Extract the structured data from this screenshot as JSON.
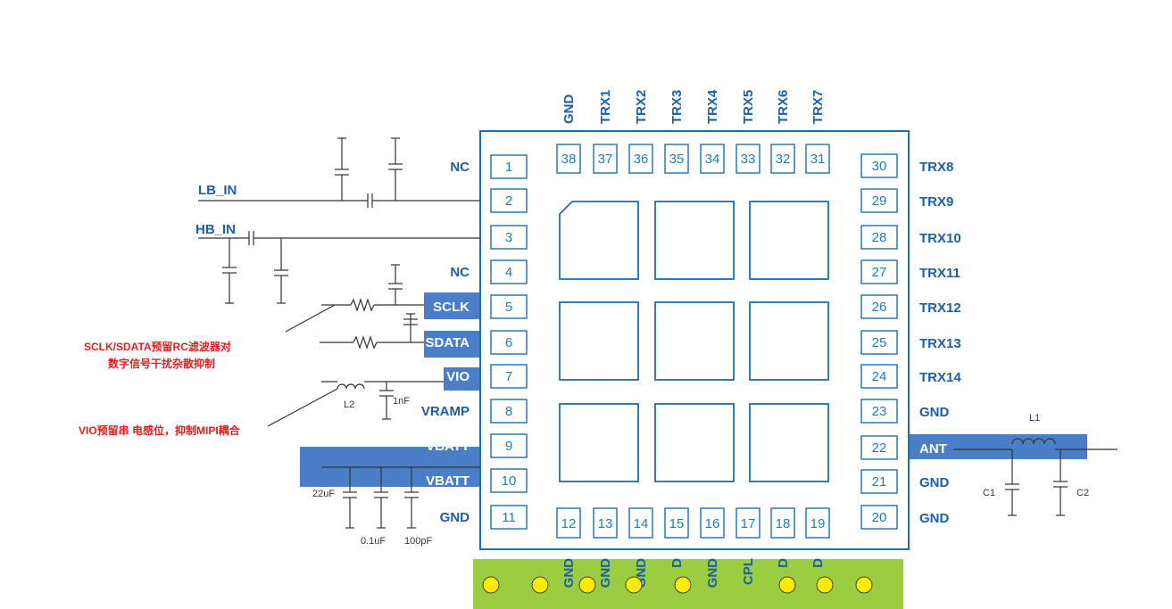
{
  "left_pins": [
    {
      "num": "1",
      "label": "NC"
    },
    {
      "num": "2",
      "label": ""
    },
    {
      "num": "3",
      "label": ""
    },
    {
      "num": "4",
      "label": "NC"
    },
    {
      "num": "5",
      "label": "SCLK"
    },
    {
      "num": "6",
      "label": "SDATA"
    },
    {
      "num": "7",
      "label": "VIO"
    },
    {
      "num": "8",
      "label": "VRAMP"
    },
    {
      "num": "9",
      "label": "VBATT"
    },
    {
      "num": "10",
      "label": "VBATT"
    },
    {
      "num": "11",
      "label": "GND"
    }
  ],
  "right_pins": [
    {
      "num": "30",
      "label": "TRX8"
    },
    {
      "num": "29",
      "label": "TRX9"
    },
    {
      "num": "28",
      "label": "TRX10"
    },
    {
      "num": "27",
      "label": "TRX11"
    },
    {
      "num": "26",
      "label": "TRX12"
    },
    {
      "num": "25",
      "label": "TRX13"
    },
    {
      "num": "24",
      "label": "TRX14"
    },
    {
      "num": "23",
      "label": "GND"
    },
    {
      "num": "22",
      "label": "ANT"
    },
    {
      "num": "21",
      "label": "GND"
    },
    {
      "num": "20",
      "label": "GND"
    }
  ],
  "top_pins": [
    {
      "num": "38",
      "label": "GND"
    },
    {
      "num": "37",
      "label": "TRX1"
    },
    {
      "num": "36",
      "label": "TRX2"
    },
    {
      "num": "35",
      "label": "TRX3"
    },
    {
      "num": "34",
      "label": "TRX4"
    },
    {
      "num": "33",
      "label": "TRX5"
    },
    {
      "num": "32",
      "label": "TRX6"
    },
    {
      "num": "31",
      "label": "TRX7"
    }
  ],
  "bottom_pins": [
    {
      "num": "12",
      "label": "GND"
    },
    {
      "num": "13",
      "label": "GND"
    },
    {
      "num": "14",
      "label": "GND"
    },
    {
      "num": "15",
      "label": "D"
    },
    {
      "num": "16",
      "label": "GND"
    },
    {
      "num": "17",
      "label": "CPL"
    },
    {
      "num": "18",
      "label": "D"
    },
    {
      "num": "19",
      "label": "D"
    }
  ],
  "net_labels": {
    "lb_in": "LB_IN",
    "hb_in": "HB_IN"
  },
  "components": {
    "l1": "L1",
    "l2": "L2",
    "c1": "C1",
    "c2": "C2",
    "cap_1nf": "1nF",
    "cap_22uf": "22uF",
    "cap_01uf": "0.1uF",
    "cap_100pf": "100pF"
  },
  "notes": {
    "sclk_sdata_line1": "SCLK/SDATA预留RC滤波器对",
    "sclk_sdata_line2": "数字信号干扰杂散抑制",
    "vio_note": "VIO预留串 电感位，抑制MIPI耦合"
  },
  "colors": {
    "highlight": "#4a7fc8",
    "pin_text": "#1f7fb0",
    "label_text": "#1d5fa0",
    "note_text": "#e02020",
    "green_strip": "#9acd40",
    "pad_dot": "#ffea00"
  }
}
